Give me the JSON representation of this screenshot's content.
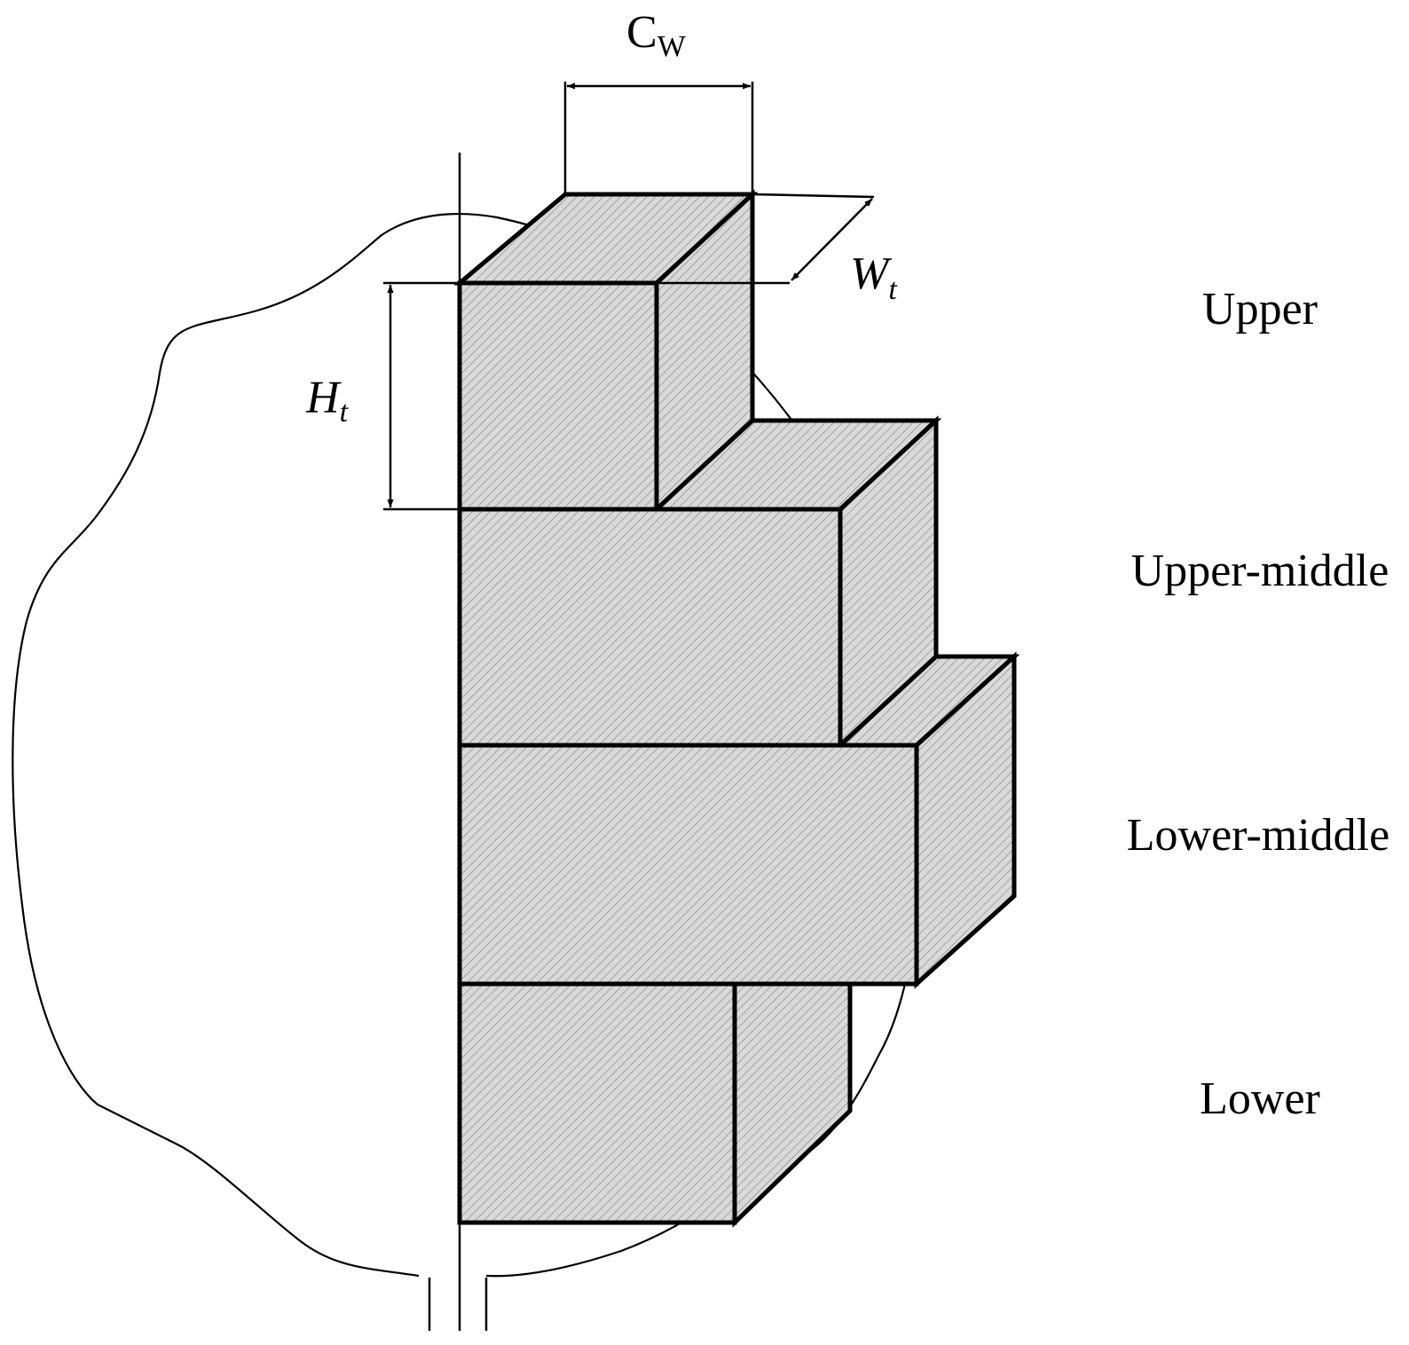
{
  "diagram": {
    "dimensions": {
      "cw": {
        "main": "C",
        "sub": "W"
      },
      "wt": {
        "main": "W",
        "sub": "t"
      },
      "ht": {
        "main": "H",
        "sub": "t"
      }
    },
    "zones": [
      {
        "label": "Upper"
      },
      {
        "label": "Upper-middle"
      },
      {
        "label": "Lower-middle"
      },
      {
        "label": "Lower"
      }
    ],
    "colors": {
      "fill": "#d9d9d9",
      "hatch": "#8a8a8a",
      "stroke": "#000000",
      "background": "#ffffff"
    }
  }
}
